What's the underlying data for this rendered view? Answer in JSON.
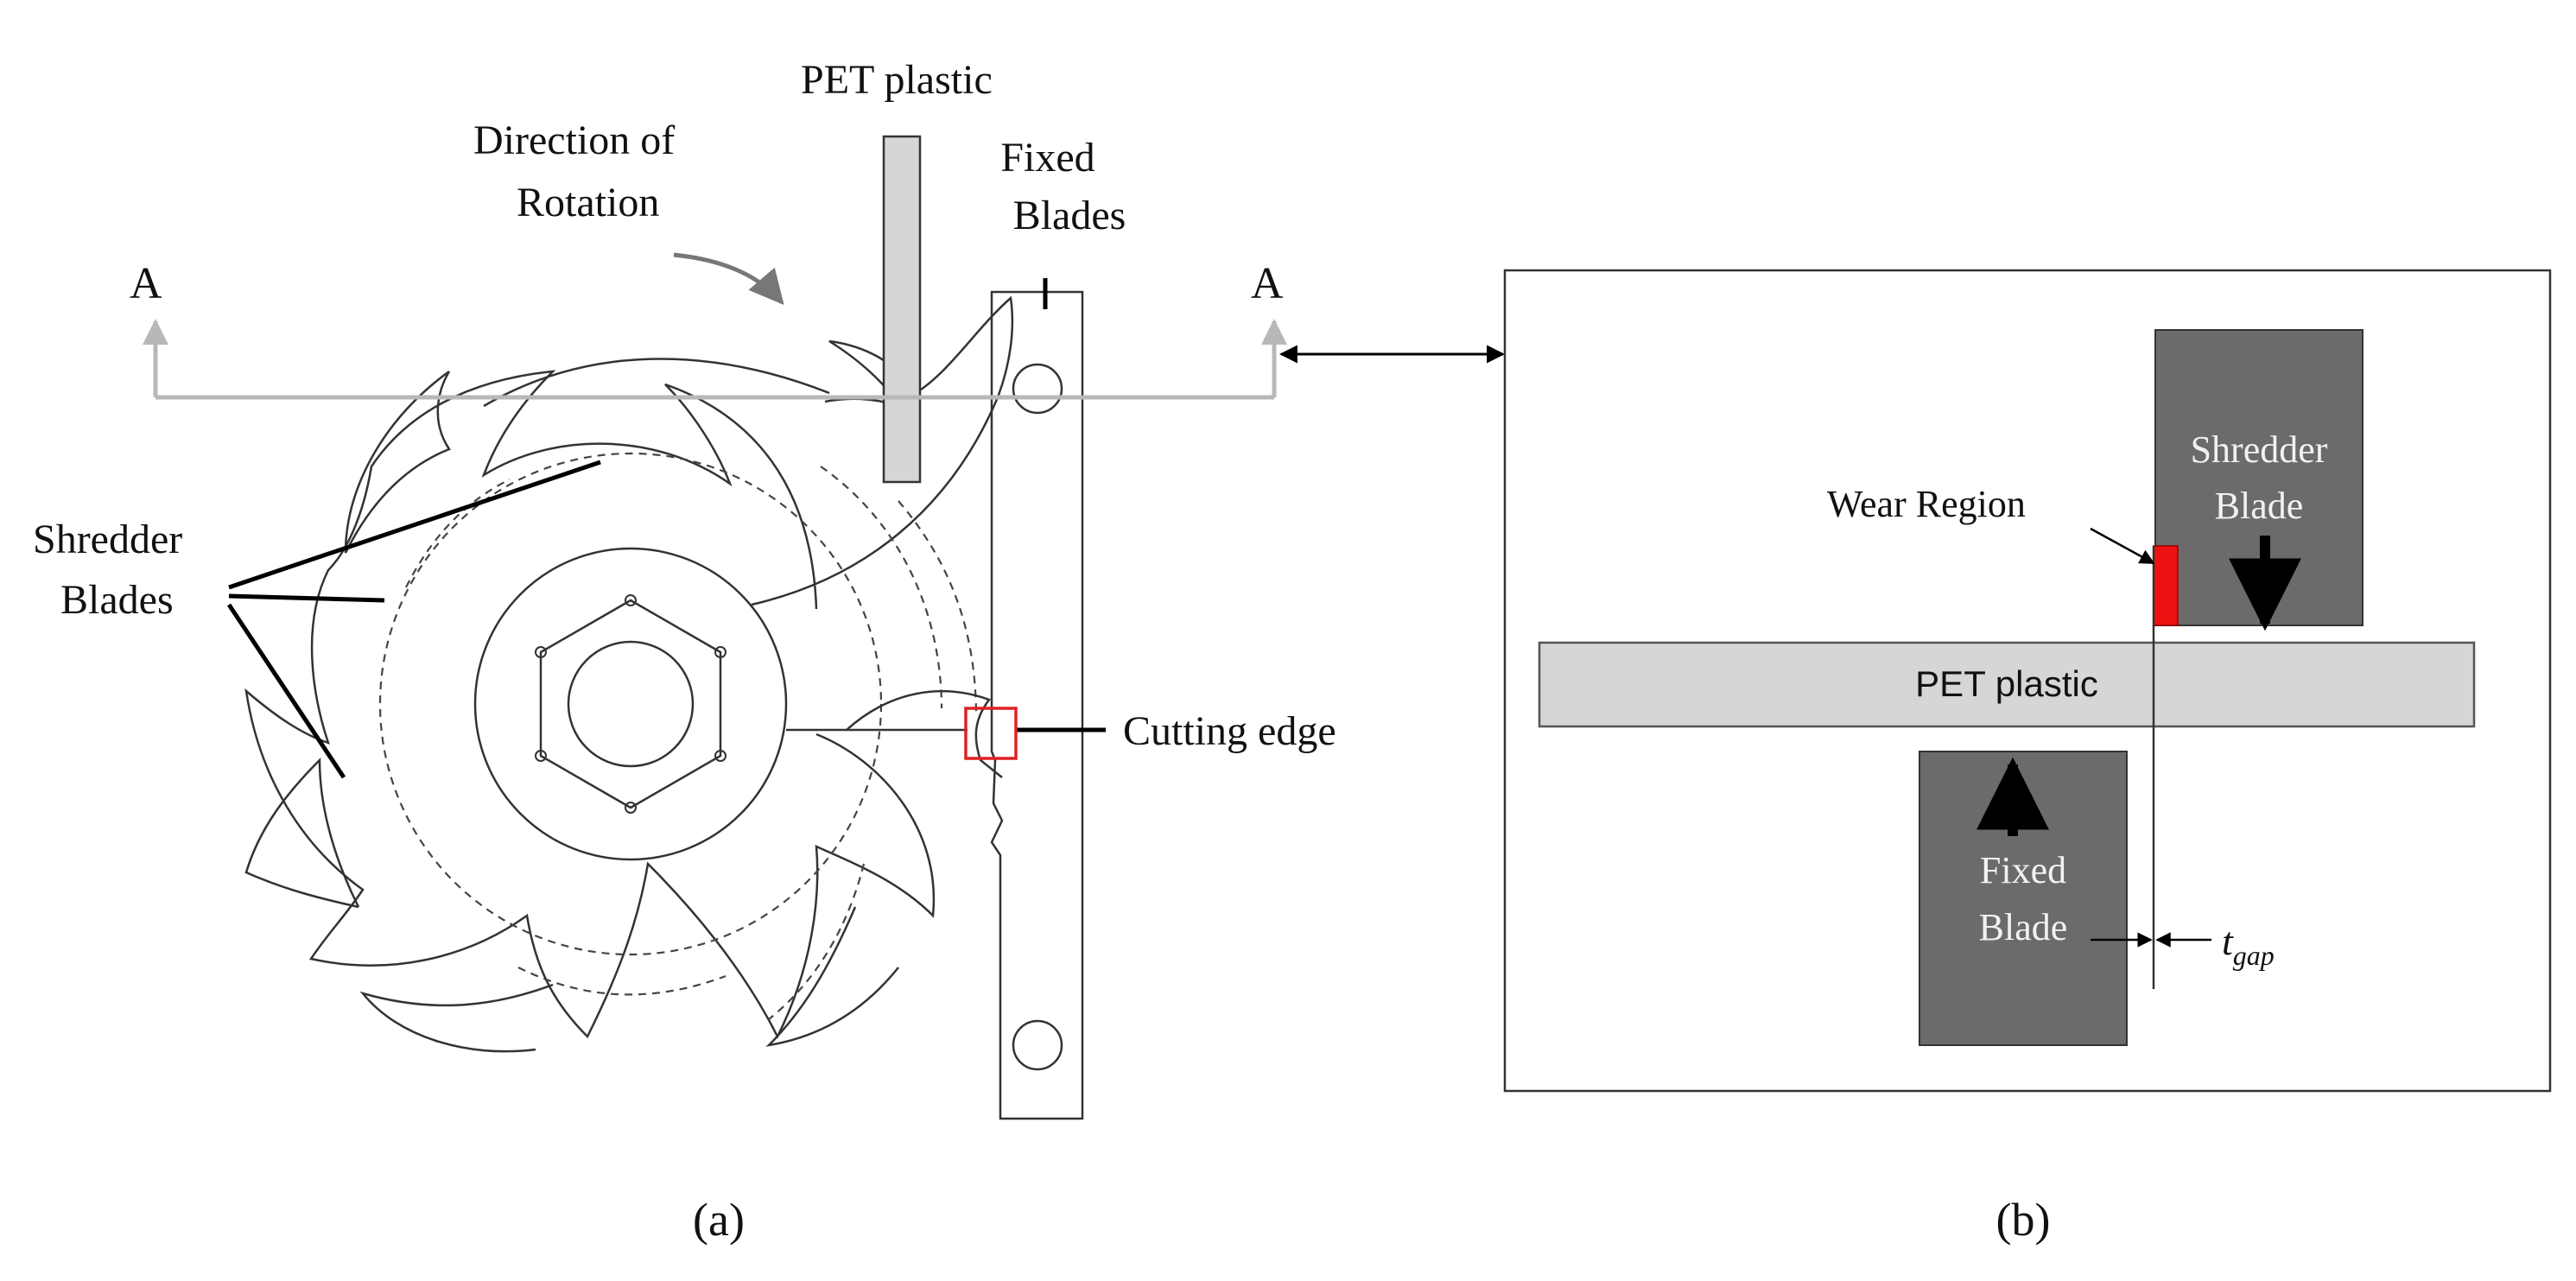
{
  "panel_a": {
    "label": "(a)",
    "pet_label": "PET plastic",
    "direction_label_line1": "Direction of",
    "direction_label_line2": "Rotation",
    "fixed_label_line1": "Fixed",
    "fixed_label_line2": "Blades",
    "section_marker_left": "A",
    "section_marker_right": "A",
    "shredder_label_line1": "Shredder",
    "shredder_label_line2": "Blades",
    "cutting_edge_label": "Cutting edge"
  },
  "panel_b": {
    "label": "(b)",
    "shredder_blade_line1": "Shredder",
    "shredder_blade_line2": "Blade",
    "wear_region_label": "Wear Region",
    "pet_label": "PET plastic",
    "fixed_blade_line1": "Fixed",
    "fixed_blade_line2": "Blade",
    "gap_symbol": "t",
    "gap_subscript": "gap"
  },
  "colors": {
    "blade_fill": "#6b6b6b",
    "pet_fill": "#d6d6d6",
    "wear_fill": "#ee1111",
    "cutting_edge_box": "#e02020",
    "section_line": "#b8b8b8"
  }
}
